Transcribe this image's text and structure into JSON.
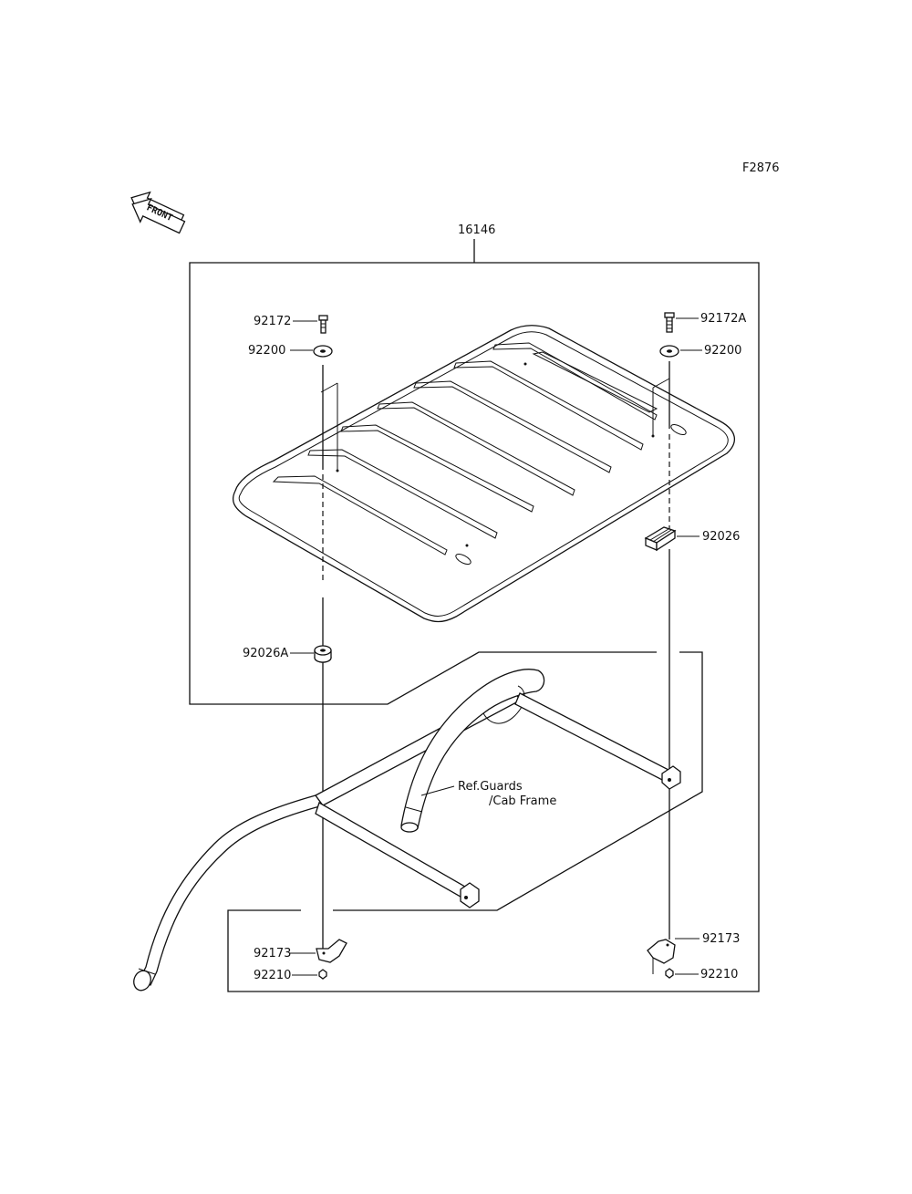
{
  "figure_id": "F2876",
  "front_marker": "FRONT",
  "assembly_part": "16146",
  "reference_note": [
    "Ref.Guards",
    "/Cab Frame"
  ],
  "parts": {
    "bolt_left": "92172",
    "bolt_right": "92172A",
    "washer_left": "92200",
    "washer_right": "92200",
    "damper_right": "92026",
    "damper_left": "92026A",
    "clamp_left": "92173",
    "clamp_right": "92173",
    "nut_left": "92210",
    "nut_right": "92210"
  }
}
